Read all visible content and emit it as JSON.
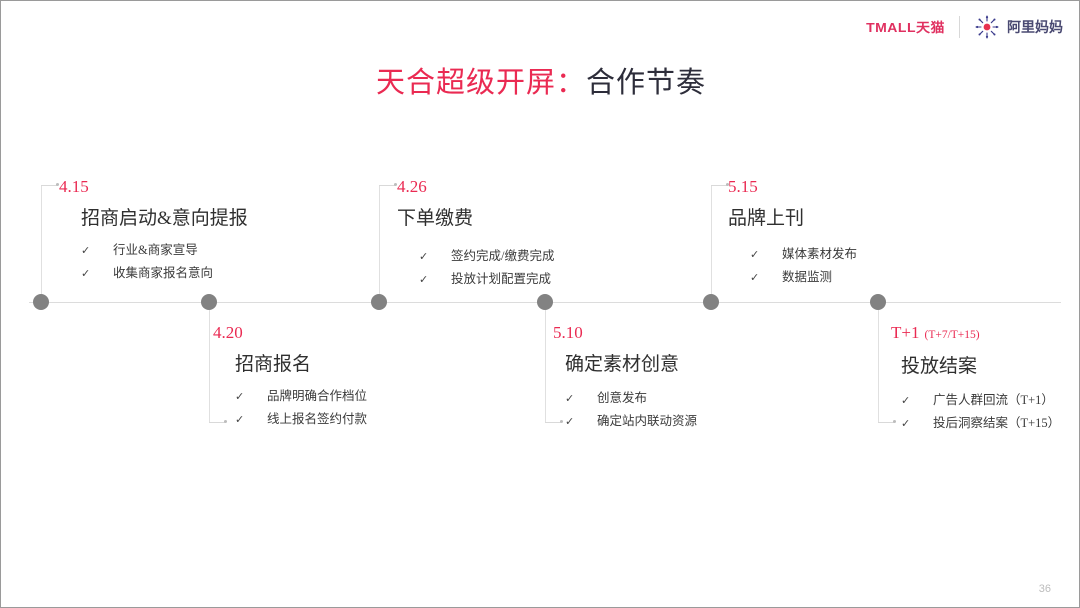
{
  "header": {
    "tmall_logo_text": "TMALL天猫",
    "alimama_logo_text": "阿里妈妈",
    "alimama_icon": "starburst-icon",
    "brand_color": "#e03060",
    "alimama_color": "#4a4a72"
  },
  "title": {
    "highlight": "天合超级开屏：",
    "rest": "合作节奏",
    "highlight_color": "#ea2a52",
    "rest_color": "#2d2d3a"
  },
  "timeline": {
    "axis_color": "#dcdcdc",
    "dot_color": "#828282",
    "milestones": [
      {
        "date": "4.15",
        "date_sub": "",
        "heading": "招商启动&意向提报",
        "position": "above",
        "items": [
          "行业&商家宣导",
          "收集商家报名意向"
        ]
      },
      {
        "date": "4.20",
        "date_sub": "",
        "heading": "招商报名",
        "position": "below",
        "items": [
          "品牌明确合作档位",
          "线上报名签约付款"
        ]
      },
      {
        "date": "4.26",
        "date_sub": "",
        "heading": "下单缴费",
        "position": "above",
        "items": [
          "签约完成/缴费完成",
          "投放计划配置完成"
        ]
      },
      {
        "date": "5.10",
        "date_sub": "",
        "heading": "确定素材创意",
        "position": "below",
        "items": [
          "创意发布",
          "确定站内联动资源"
        ]
      },
      {
        "date": "5.15",
        "date_sub": "",
        "heading": "品牌上刊",
        "position": "above",
        "items": [
          "媒体素材发布",
          "数据监测"
        ]
      },
      {
        "date": "T+1",
        "date_sub": "(T+7/T+15)",
        "heading": "投放结案",
        "position": "below",
        "items": [
          "广告人群回流（T+1）",
          "投后洞察结案（T+15）"
        ]
      }
    ]
  },
  "footer": {
    "page_number": "36"
  }
}
